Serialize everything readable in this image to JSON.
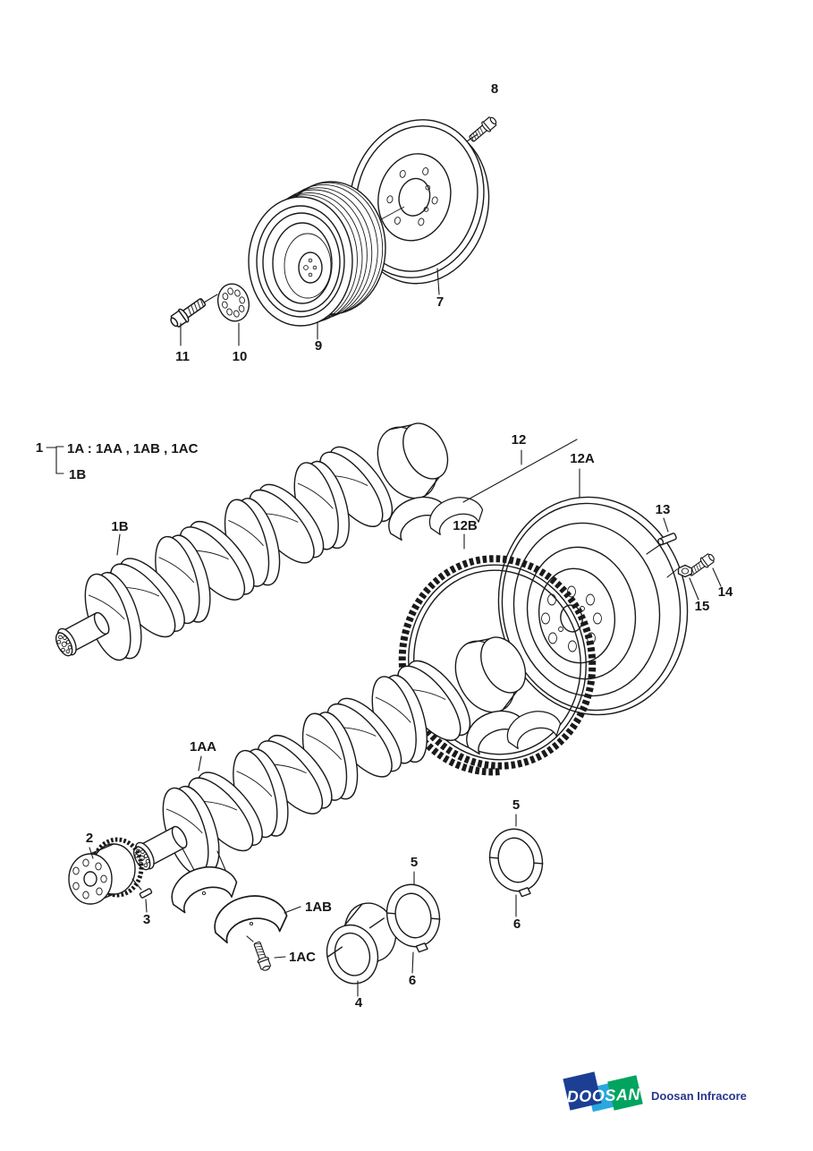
{
  "page": {
    "background": "#ffffff",
    "line_color": "#1a1a1a"
  },
  "legend": {
    "root": "1",
    "group_a": "1A : 1AA , 1AB , 1AC",
    "group_b": "1B"
  },
  "callouts": {
    "bolt8": "8",
    "pulley7": "7",
    "damper9": "9",
    "plate10": "10",
    "bolt11": "11",
    "crank_1b": "1B",
    "flywheel12": "12",
    "flywheel12a": "12A",
    "ringgear12b": "12B",
    "pin13": "13",
    "bolt14": "14",
    "washer15": "15",
    "crank_1aa": "1AA",
    "gear2": "2",
    "key3": "3",
    "cap1ab": "1AB",
    "bolt1ac": "1AC",
    "bearing4": "4",
    "ring5_left": "5",
    "ring6_left": "6",
    "ring5_right": "5",
    "ring6_right": "6"
  },
  "logo": {
    "brand": "DOOSAN",
    "company": "Doosan Infracore",
    "colors": {
      "navy": "#1c3f94",
      "light_blue": "#2aa7df",
      "green": "#00a45f",
      "text": "#28368c"
    }
  }
}
